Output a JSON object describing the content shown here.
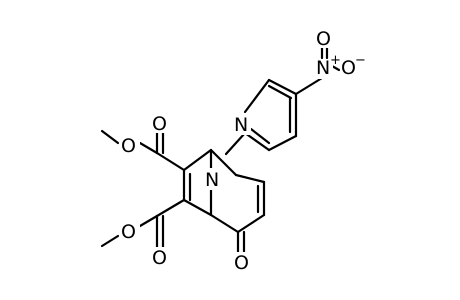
{
  "structure": {
    "atoms": {
      "nitro_o_top": "O",
      "nitro_n": "N",
      "nitro_charge": "+",
      "nitro_o_right": "O",
      "nitro_o_charge": "−",
      "pyridine_n": "N",
      "bridge_n": "N",
      "ester_upper_o_carbonyl": "O",
      "ester_upper_o_methoxy": "O",
      "ester_lower_o_methoxy": "O",
      "ester_lower_o_carbonyl": "O",
      "ketone_o": "O"
    }
  }
}
